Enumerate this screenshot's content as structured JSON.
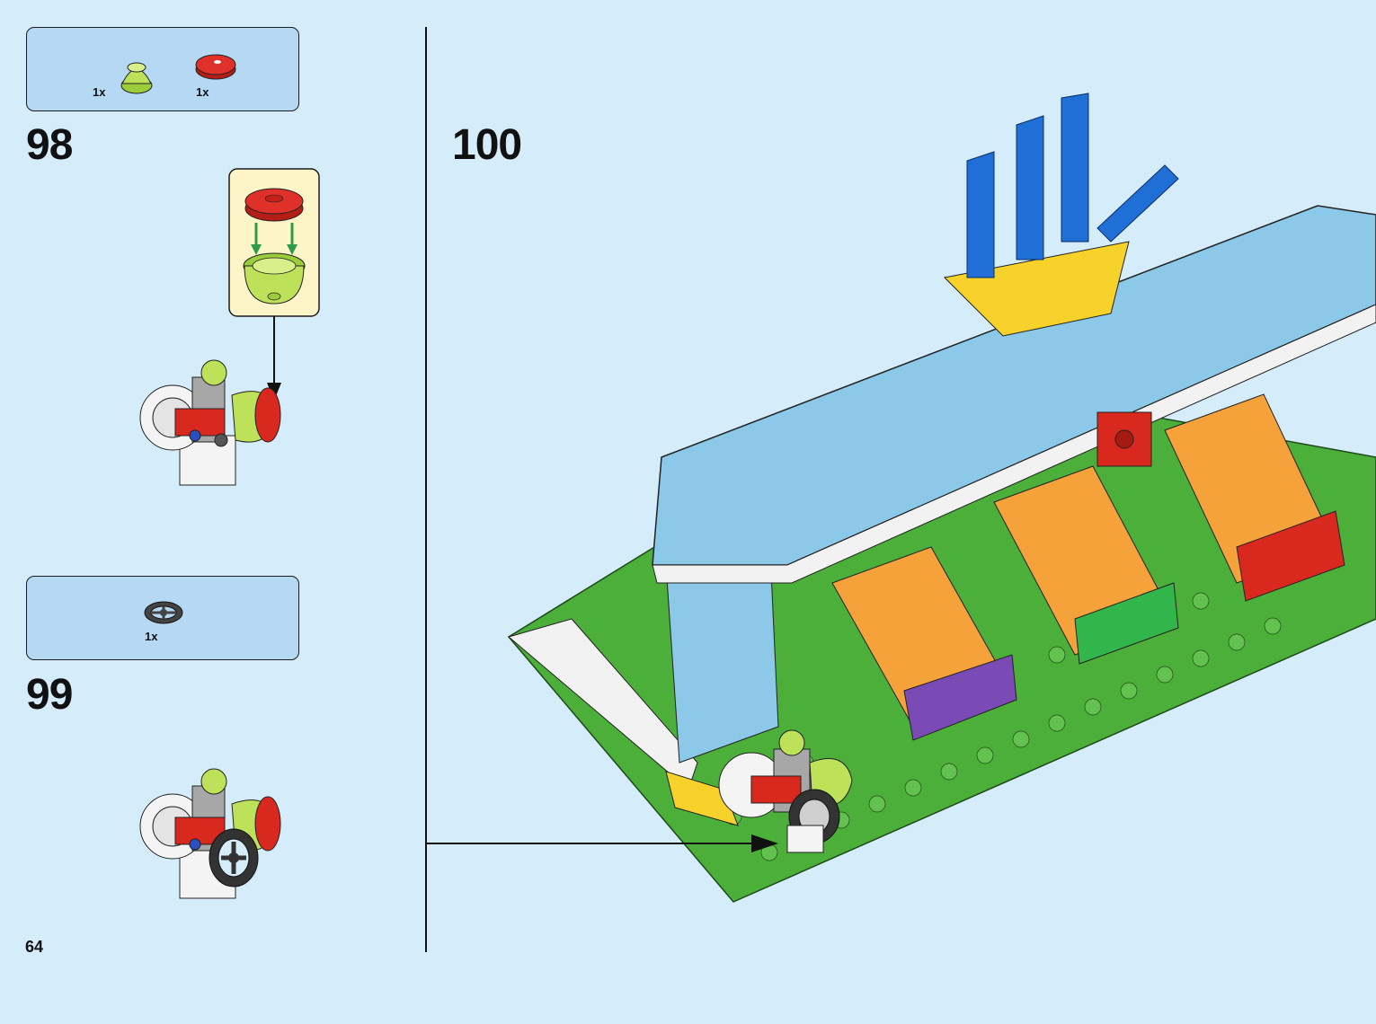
{
  "steps": {
    "s98": {
      "number": "98",
      "parts": [
        {
          "qty": "1x",
          "part": "lime-dome-icon"
        },
        {
          "qty": "1x",
          "part": "red-round-tile-icon"
        }
      ]
    },
    "s99": {
      "number": "99",
      "parts": [
        {
          "qty": "1x",
          "part": "steering-wheel-icon"
        }
      ]
    },
    "s100": {
      "number": "100"
    }
  },
  "page": {
    "number": "64"
  },
  "colors": {
    "background": "#d5ecfb",
    "parts_box": "#b5d9f3",
    "callout": "#fdf5c8",
    "baseplate_green": "#4caf3a",
    "lime": "#bde25a",
    "red": "#d9281e",
    "sky_blue": "#8cc8e8"
  }
}
